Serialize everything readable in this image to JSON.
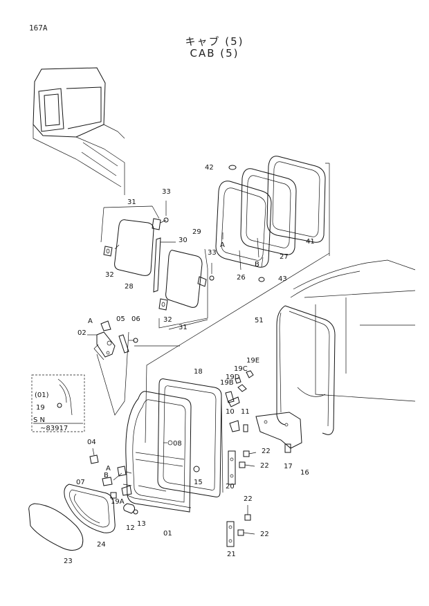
{
  "header": {
    "page_number": "167A",
    "title_jp": "キャブ (5)",
    "title_en": "CAB (5)"
  },
  "inset": {
    "labels": [
      "(01)",
      "19",
      "S N",
      "~83917"
    ]
  },
  "parts": [
    {
      "id": "p42",
      "label": "42"
    },
    {
      "id": "p41",
      "label": "41"
    },
    {
      "id": "p27",
      "label": "27"
    },
    {
      "id": "p26",
      "label": "26"
    },
    {
      "id": "p43",
      "label": "43"
    },
    {
      "id": "pA1",
      "label": "A"
    },
    {
      "id": "pB1",
      "label": "B"
    },
    {
      "id": "p31a",
      "label": "31"
    },
    {
      "id": "p33a",
      "label": "33"
    },
    {
      "id": "p32a",
      "label": "32"
    },
    {
      "id": "p28",
      "label": "28"
    },
    {
      "id": "p30",
      "label": "30"
    },
    {
      "id": "p29",
      "label": "29"
    },
    {
      "id": "p33b",
      "label": "33"
    },
    {
      "id": "p32b",
      "label": "32"
    },
    {
      "id": "p31b",
      "label": "31"
    },
    {
      "id": "pA2",
      "label": "A"
    },
    {
      "id": "p05",
      "label": "05"
    },
    {
      "id": "p06",
      "label": "06"
    },
    {
      "id": "p02",
      "label": "02"
    },
    {
      "id": "p51",
      "label": "51"
    },
    {
      "id": "p18",
      "label": "18"
    },
    {
      "id": "p19E",
      "label": "19E"
    },
    {
      "id": "p19C",
      "label": "19C"
    },
    {
      "id": "p19D",
      "label": "19D"
    },
    {
      "id": "p19B",
      "label": "19B"
    },
    {
      "id": "p10",
      "label": "10"
    },
    {
      "id": "p11",
      "label": "11"
    },
    {
      "id": "p08",
      "label": "08"
    },
    {
      "id": "p04",
      "label": "04"
    },
    {
      "id": "pA3",
      "label": "A"
    },
    {
      "id": "pB3",
      "label": "B"
    },
    {
      "id": "p07",
      "label": "07"
    },
    {
      "id": "p19A",
      "label": "19A"
    },
    {
      "id": "p15",
      "label": "15"
    },
    {
      "id": "p22a",
      "label": "22"
    },
    {
      "id": "p22b",
      "label": "22"
    },
    {
      "id": "p20",
      "label": "20"
    },
    {
      "id": "p17",
      "label": "17"
    },
    {
      "id": "p16",
      "label": "16"
    },
    {
      "id": "p22c",
      "label": "22"
    },
    {
      "id": "p22d",
      "label": "22"
    },
    {
      "id": "p21",
      "label": "21"
    },
    {
      "id": "p12",
      "label": "12"
    },
    {
      "id": "p13",
      "label": "13"
    },
    {
      "id": "p01",
      "label": "01"
    },
    {
      "id": "p24",
      "label": "24"
    },
    {
      "id": "p23",
      "label": "23"
    }
  ]
}
